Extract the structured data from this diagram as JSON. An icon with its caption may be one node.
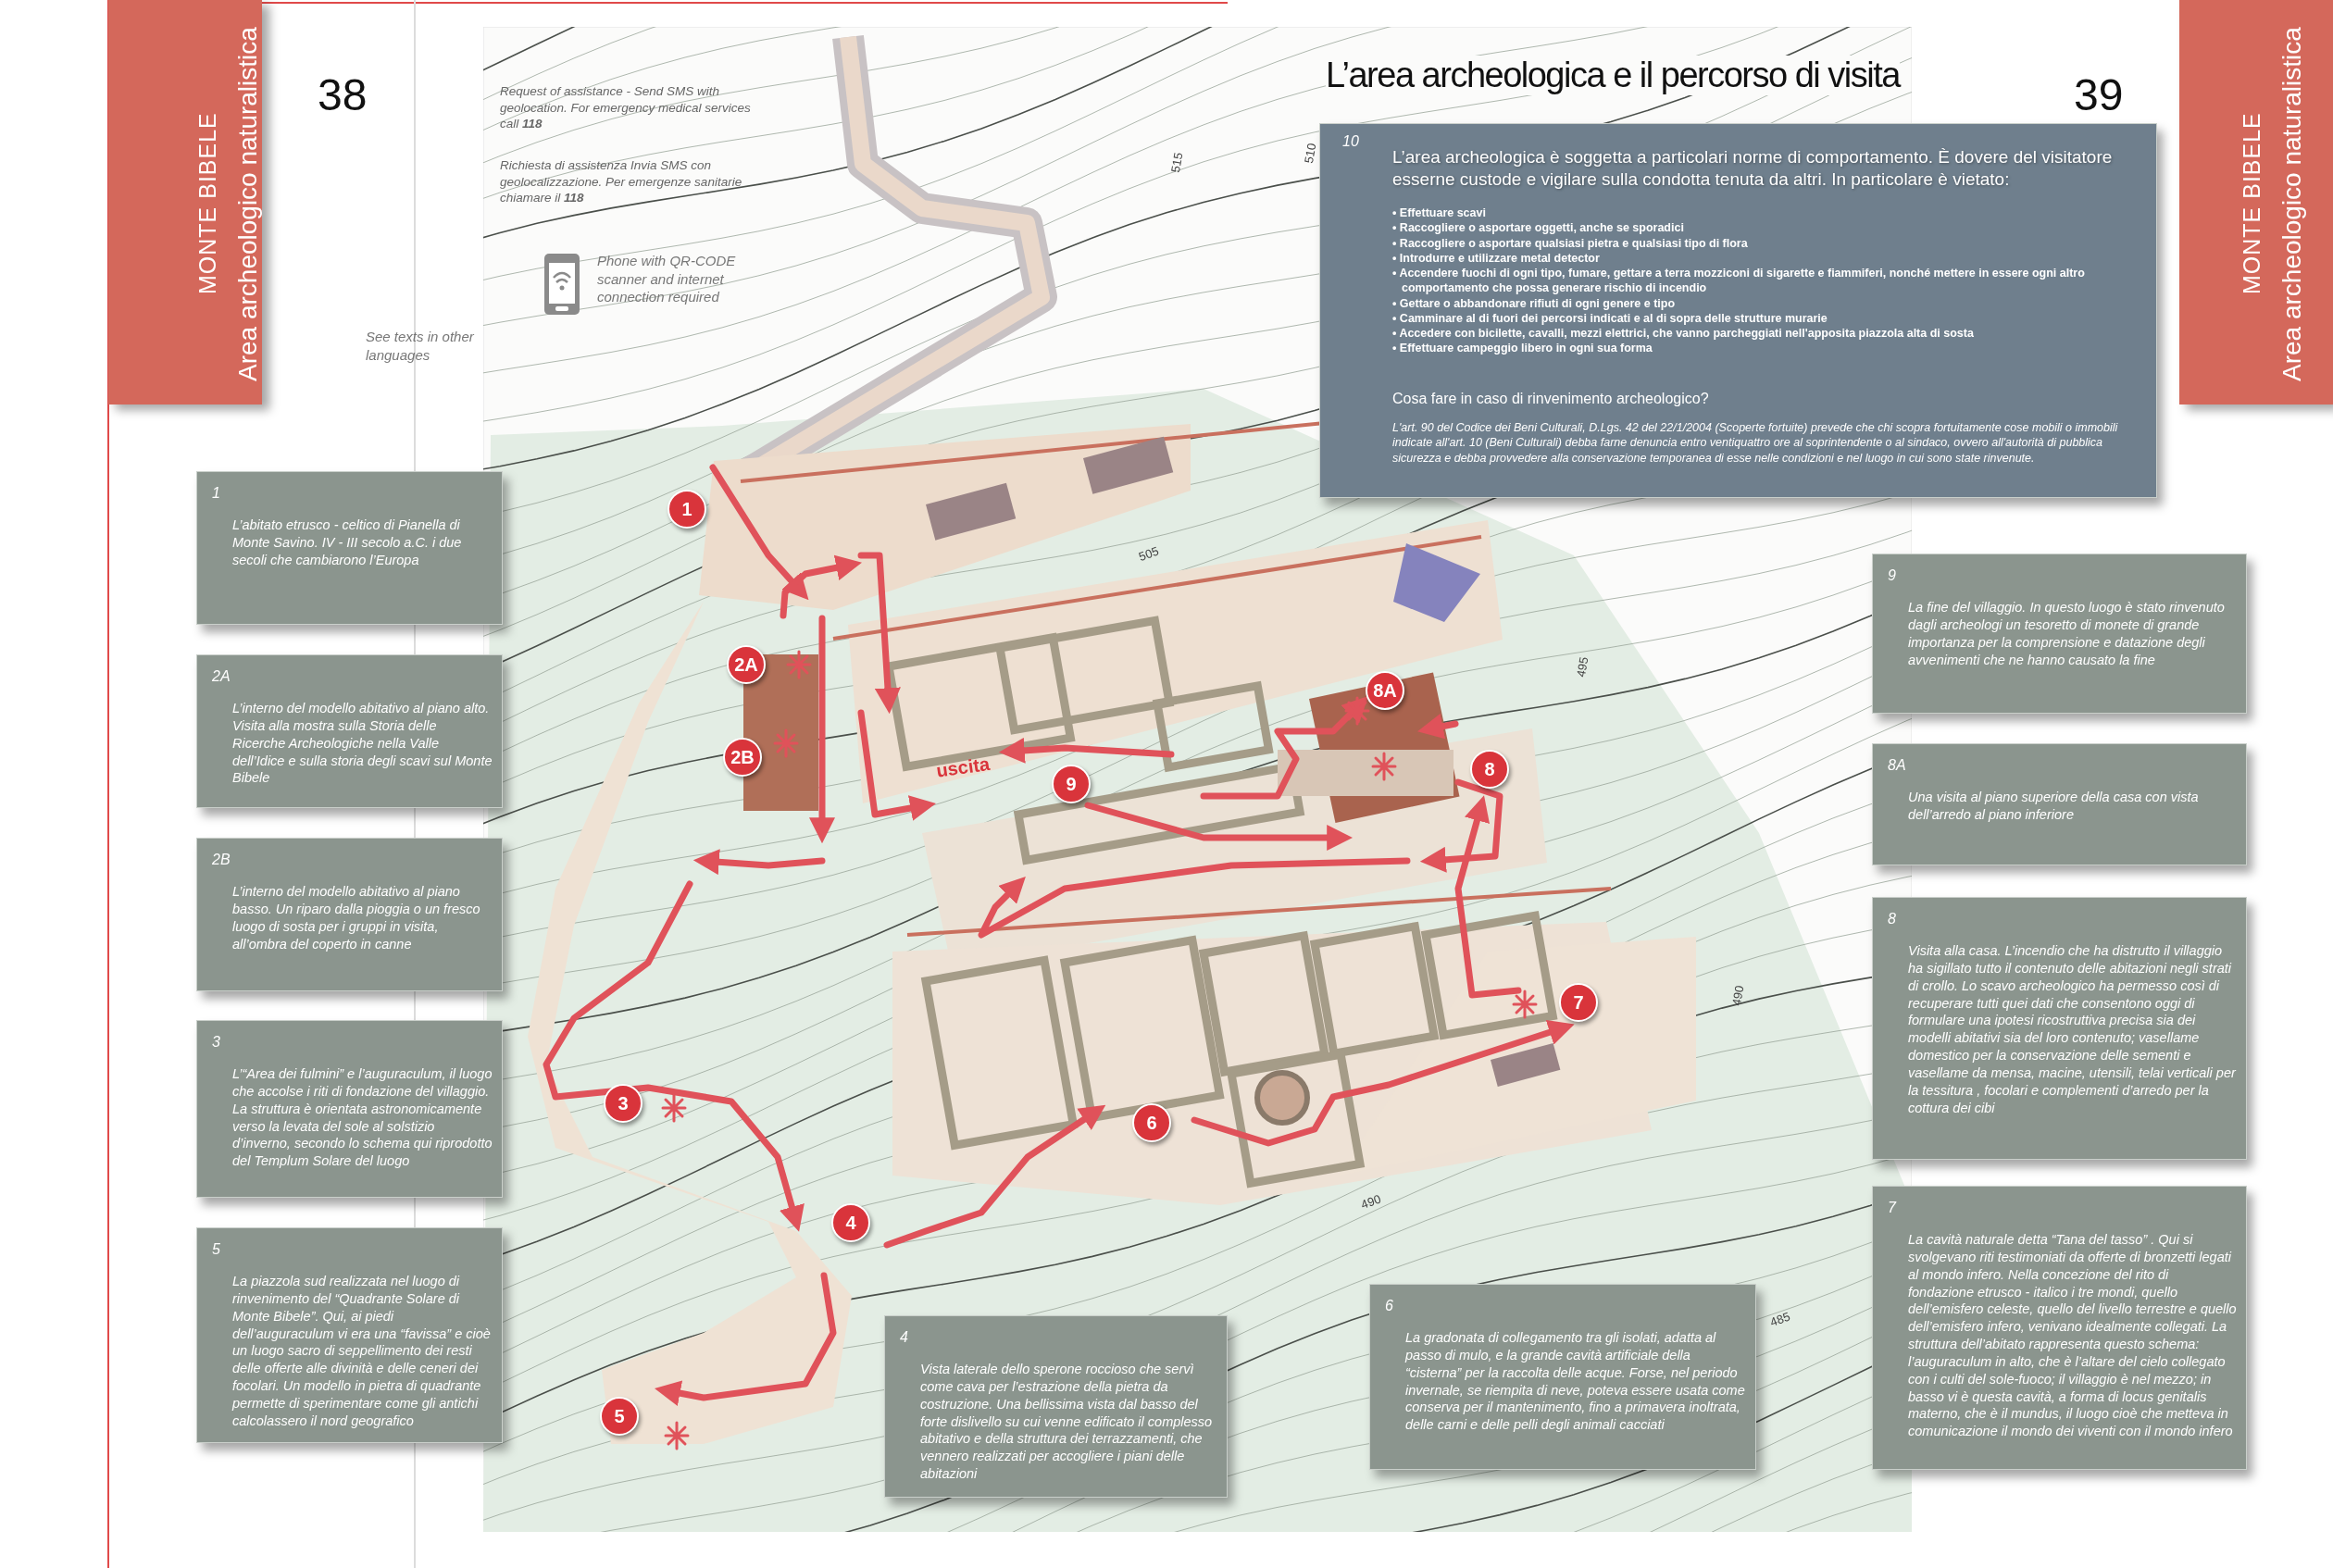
{
  "diagram": {
    "title": "L’area archeologica e il percorso di visita",
    "nodes": [
      {
        "text": [
          "1",
          "L’abitato etrusco - celtico di Pianella di Monte Savino. IV - III secolo a.C. i due secoli che cambiarono l’Europa"
        ]
      },
      {
        "text": [
          "2A",
          "L’interno del modello abitativo al piano alto. Visita alla mostra sulla Storia delle Ricerche Archeologiche nella Valle dell’Idice e sulla storia degli scavi sul Monte Bibele"
        ]
      },
      {
        "text": [
          "2B",
          "L’interno del modello abitativo al piano basso. Un riparo dalla pioggia o un fresco luogo di sosta per i gruppi in visita, all’ombra del coperto in canne"
        ]
      },
      {
        "text": [
          "3",
          "L’“Area dei fulmini” e l’auguraculum, il luogo che accolse i riti di fondazione del villaggio. La struttura è orientata astronomicamente verso la levata del sole al solstizio d’inverno, secondo lo schema qui riprodotto del Templum Solare del luogo"
        ]
      },
      {
        "text": [
          "5",
          "La piazzola sud realizzata nel luogo di rinvenimento del “Quadrante Solare di Monte Bibele”. Qui, ai piedi dell’auguraculum vi era una “favissa” e cioè un luogo sacro di seppellimento dei resti delle offerte alle divinità e delle ceneri dei focolari. Un modello in pietra di quadrante permette di sperimentare come gli antichi calcolassero il nord geografico"
        ]
      },
      {
        "text": [
          "4",
          "Vista laterale dello sperone roccioso che servì come cava per l’estrazione della pietra da costruzione. Una bellissima vista dal basso del forte dislivello su cui venne edificato il complesso abitativo e della struttura dei terrazzamenti, che vennero realizzati per accogliere i piani delle abitazioni"
        ]
      },
      {
        "text": [
          "6",
          "La gradonata di collegamento tra gli isolati, adatta al passo di mulo, e la grande cavità artificiale della “cisterna” per la raccolta delle acque. Forse, nel periodo invernale, se riempita di neve, poteva essere usata come conserva per il mantenimento, fino a primavera inoltrata, delle carni e delle pelli degli animali cacciati"
        ]
      },
      {
        "text": [
          "10",
          "L’area archeologica è soggetta a particolari norme di comportamento. È dovere del visitatore esserne custode e vigilare sulla condotta tenuta da altri. In particolare è vietato:",
          "• Effettuare scavi",
          "• Raccogliere o asportare oggetti, anche se sporadici",
          "• Raccogliere o asportare qualsiasi pietra e qualsiasi tipo di flora",
          "• Introdurre e utilizzare metal detector",
          "• Accendere fuochi di ogni tipo, fumare, gettare a terra mozziconi di sigarette e fiammiferi, nonché mettere in essere ogni altro comportamento che possa generare rischio di incendio",
          "• Gettare o abbandonare rifiuti di ogni genere e tipo",
          "• Camminare al di fuori dei percorsi indicati e al di sopra delle strutture murarie",
          "• Accedere con bicilette, cavalli, mezzi elettrici, che vanno parcheggiati nell'apposita piazzola alta di sosta",
          "• Effettuare campeggio libero in ogni sua forma",
          "Cosa fare in caso di rinvenimento archeologico?",
          "L'art. 90 del Codice dei Beni Culturali, D.Lgs. 42 del 22/1/2004 (Scoperte fortuite) prevede che chi scopra fortuitamente cose mobili o immobili indicate all'art. 10 (Beni Culturali) debba farne denuncia entro ventiquattro ore al soprintendente o al sindaco, ovvero all'autorità di pubblica sicurezza e debba provvedere alla conservazione temporanea di esse nelle condizioni e nel luogo in cui sono state rinvenute."
        ]
      },
      {
        "text": [
          "9",
          "La fine del villaggio. In questo luogo è stato rinvenuto dagli archeologi un tesoretto di monete di grande importanza per la comprensione e datazione degli avvenimenti che ne hanno causato la fine"
        ]
      },
      {
        "text": [
          "8A",
          "Una visita al piano superiore della casa con vista dell’arredo al piano inferiore"
        ]
      },
      {
        "text": [
          "8",
          "Visita alla casa. L’incendio che ha distrutto il villaggio ha sigillato tutto il contenuto delle abitazioni negli strati di crollo. Lo scavo archeologico ha permesso così di recuperare tutti quei dati che consentono oggi di formulare una ipotesi ricostruttiva precisa sia dei modelli abitativi sia del loro contenuto; vasellame domestico per la conservazione delle sementi e vasellame da mensa, macine, utensili, telai verticali per la tessitura , focolari e complementi d’arredo per la cottura dei cibi"
        ]
      },
      {
        "text": [
          "7",
          "La cavità naturale detta “Tana del tasso” . Qui si svolgevano riti testimoniati da offerte di bronzetti legati al mondo infero. Nella concezione del rito di fondazione etrusco - italico i tre mondi, quello dell’emisfero celeste, quello del livello terrestre e quello dell’emisfero infero, venivano idealmente collegati. La struttura dell’abitato rappresenta questo schema: l’auguraculum in alto, che è l’altare del cielo collegato con i culti del sole-fuoco; il villaggio è nel mezzo; in basso vi è questa cavità, a forma di locus genitalis materno, che è il mundus, il luogo cioè che metteva in comunicazione il mondo dei viventi con il mondo infero"
        ]
      },
      {
        "text": [
          "1"
        ]
      },
      {
        "text": [
          "2A"
        ]
      },
      {
        "text": [
          "2B"
        ]
      },
      {
        "text": [
          "8A"
        ]
      },
      {
        "text": [
          "8"
        ]
      },
      {
        "text": [
          "9"
        ]
      },
      {
        "text": [
          "7"
        ]
      },
      {
        "text": [
          "3"
        ]
      },
      {
        "text": [
          "6"
        ]
      },
      {
        "text": [
          "4"
        ]
      },
      {
        "text": [
          "5"
        ]
      }
    ],
    "labels": [
      "MONTE BIBELE",
      "Area archeologico naturalistica",
      "38",
      "Request of assistance - Send SMS with geolocation. For emergency medical services call **118**",
      "Richiesta di assistenza Invia SMS con geolocalizzazione. Per emergenze sanitarie chiamare il **118**",
      "Phone with QR-CODE scanner and internet connection required",
      "See texts in other languages",
      "39",
      "MONTE BIBELE",
      "Area archeologico naturalistica",
      "515",
      "510",
      "505",
      "495",
      "uscita",
      "490",
      "490",
      "485"
    ]
  }
}
